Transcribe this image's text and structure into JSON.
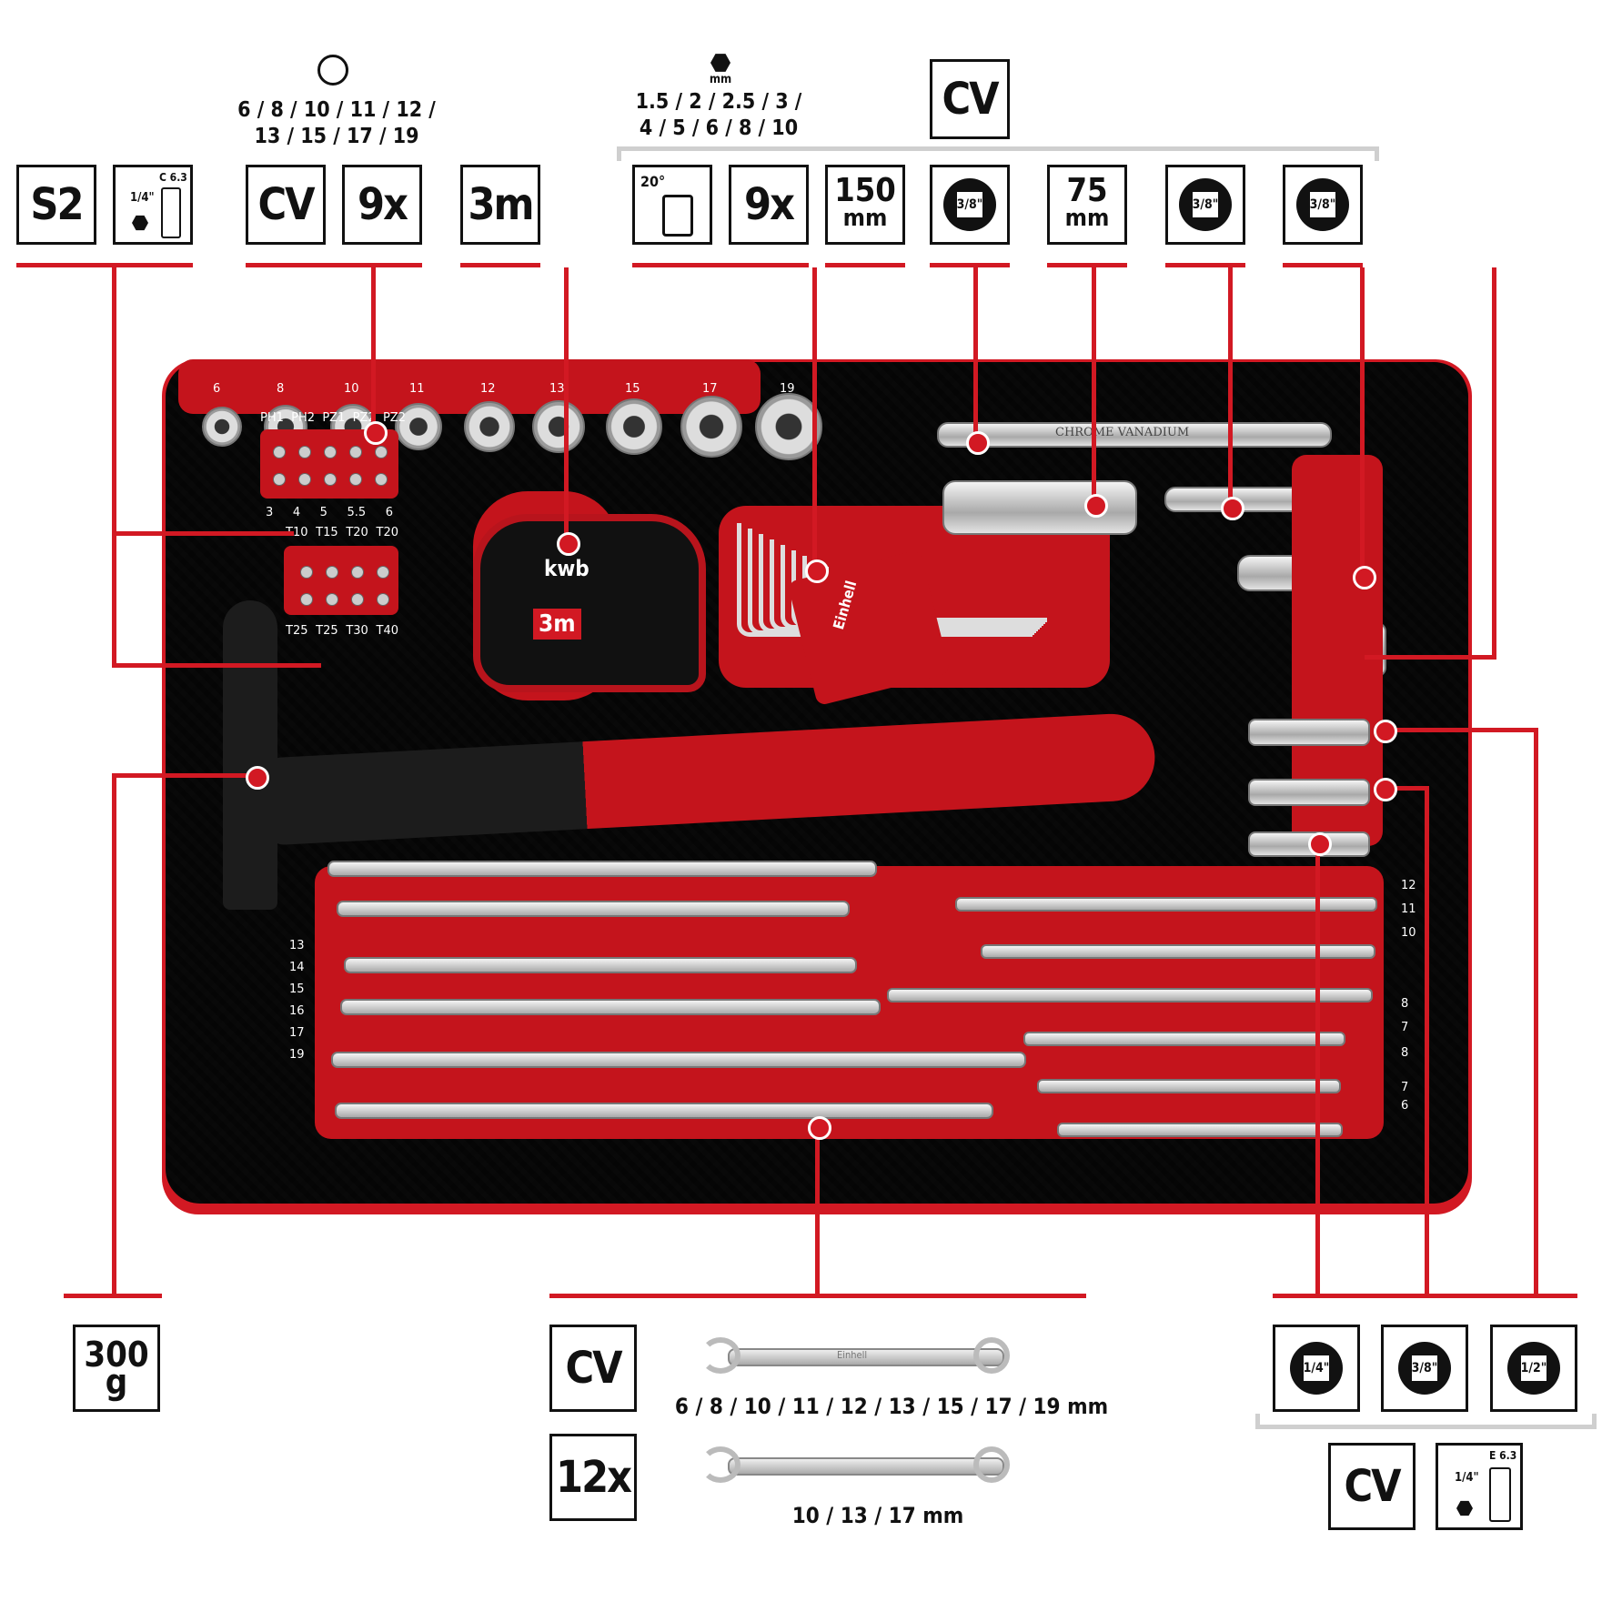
{
  "colors": {
    "accent": "#d21923",
    "ink": "#111111",
    "foam": "#2d2d2d",
    "chrome": "#d6d6d6"
  },
  "top_left": {
    "s2_box": "S2",
    "bit_holder_box": {
      "size": "1/4\"",
      "type": "C 6.3"
    }
  },
  "sockets": {
    "sizes_line1": "6 / 8 / 10 / 11 / 12 /",
    "sizes_line2": "13 / 15 / 17 / 19",
    "cv_box": "CV",
    "count_box": "9x"
  },
  "tape": {
    "length_box": "3m",
    "brand": "kwb",
    "label": "3m"
  },
  "hex_keys": {
    "unit": "mm",
    "sizes_line1": "1.5 / 2 / 2.5 / 3 /",
    "sizes_line2": "4 / 5 / 6 / 8 / 10",
    "angle_box": "20°",
    "count_box": "9x"
  },
  "ratchet_group": {
    "cv_box": "CV",
    "extension_long": {
      "value": "150",
      "unit": "mm"
    },
    "socket_adapter_1": "3/8\"",
    "extension_short": {
      "value": "75",
      "unit": "mm"
    },
    "socket_adapter_2": "3/8\"",
    "socket_adapter_3": "3/8\""
  },
  "tray": {
    "socket_labels": [
      "6",
      "8",
      "10",
      "11",
      "12",
      "13",
      "15",
      "17",
      "19"
    ],
    "bit_row1_labels": [
      "PH1",
      "PH2",
      "PZ1",
      "PZ2",
      "PZ2"
    ],
    "bit_row2_labels": [
      "3",
      "4",
      "5",
      "5.5",
      "6"
    ],
    "bit_row3_labels": [
      "T10",
      "T15",
      "T20",
      "T20"
    ],
    "bit_row4_labels": [
      "T25",
      "T25",
      "T30",
      "T40"
    ],
    "left_wrench_labels": [
      "13",
      "14",
      "15",
      "16",
      "17",
      "19"
    ],
    "right_wrench_labels": [
      "12",
      "11",
      "10",
      "8",
      "7",
      "8",
      "7",
      "6"
    ],
    "extension_text": "CHROME VANADIUM",
    "hex_key_brand": "Einhell"
  },
  "hammer": {
    "weight_value": "300",
    "weight_unit": "g"
  },
  "wrenches": {
    "cv_box": "CV",
    "count_box": "12x",
    "combination_sizes": "6 / 8 / 10 / 11 / 12 / 13 / 15 / 17 / 19 mm",
    "ratchet_sizes": "10 / 13 / 17 mm",
    "brand": "Einhell"
  },
  "adapters": {
    "drive_1": "1/4\"",
    "drive_2": "3/8\"",
    "drive_3": "1/2\"",
    "cv_box": "CV",
    "bit_holder": {
      "size": "1/4\"",
      "type": "E 6.3"
    }
  }
}
